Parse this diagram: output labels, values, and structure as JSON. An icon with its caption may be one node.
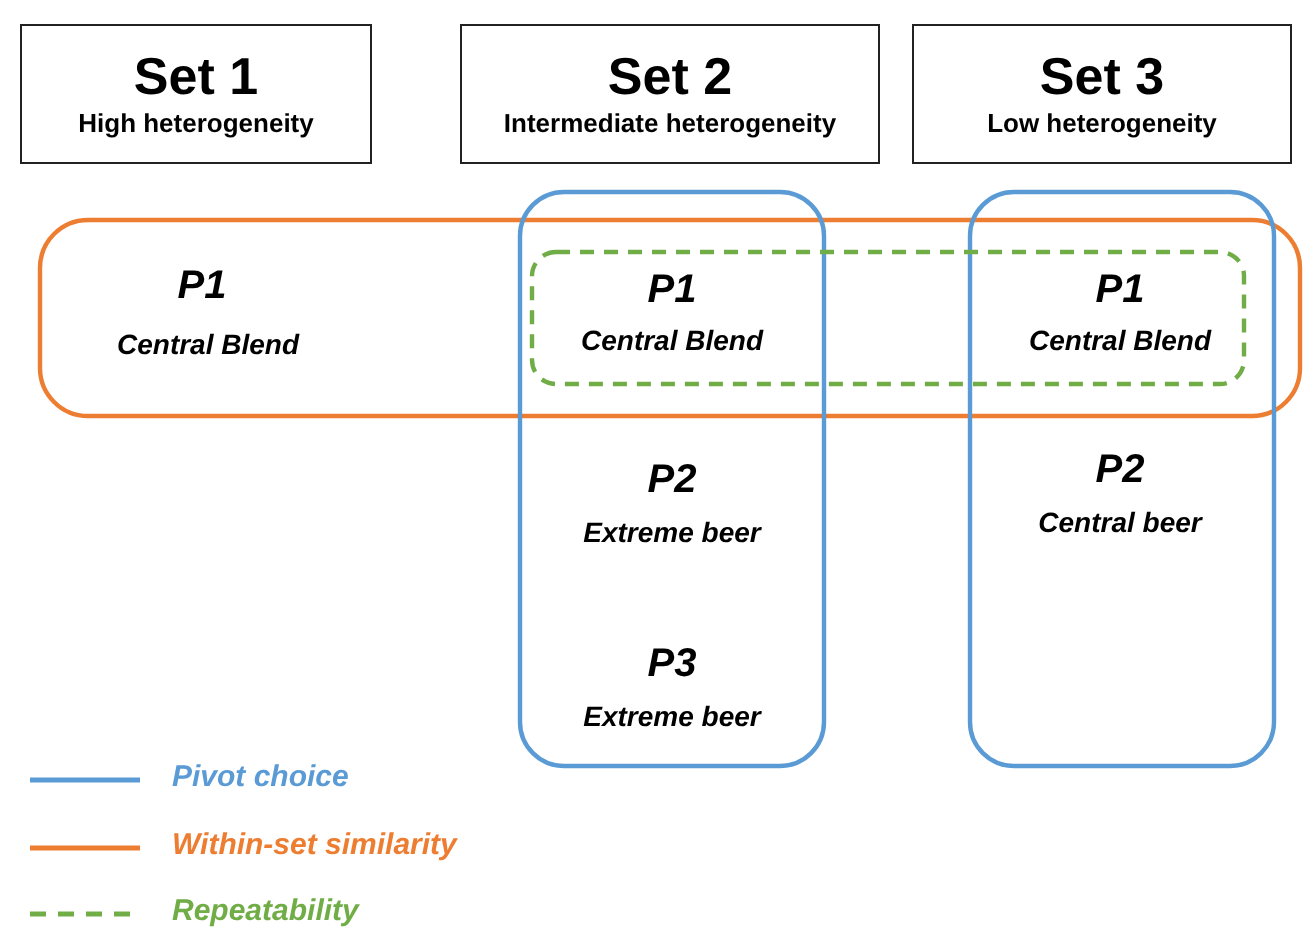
{
  "diagram": {
    "nodes": [
      {
        "text": [
          "Set 1",
          "High heterogeneity"
        ]
      },
      {
        "text": [
          "Set 2",
          "Intermediate heterogeneity"
        ]
      },
      {
        "text": [
          "Set 3",
          "Low heterogeneity"
        ]
      }
    ],
    "labels": [
      "P1",
      "Central Blend",
      "P1",
      "Central Blend",
      "P1",
      "Central Blend",
      "P2",
      "Extreme beer",
      "P2",
      "Central beer",
      "P3",
      "Extreme beer"
    ],
    "legend": [
      {
        "text": "Pivot choice"
      },
      {
        "text": "Within-set similarity"
      },
      {
        "text": "Repeatability"
      }
    ]
  }
}
